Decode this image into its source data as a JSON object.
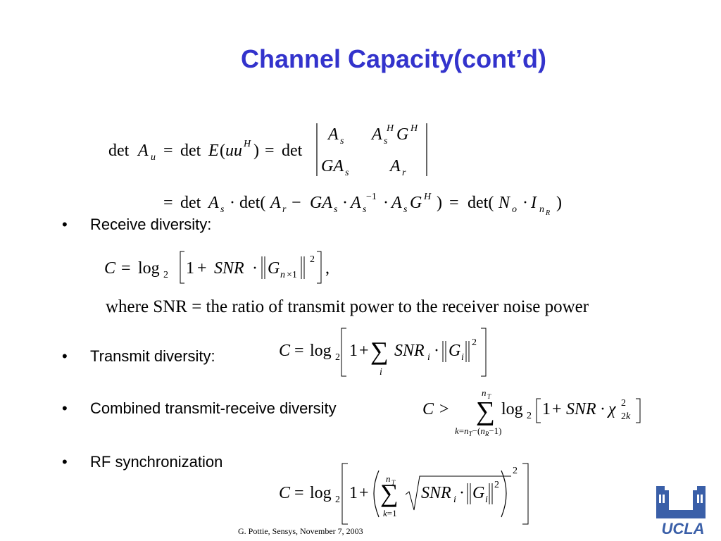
{
  "title": "Channel Capacity(cont’d)",
  "bullets": [
    {
      "marker": "•",
      "label": "Receive diversity:"
    },
    {
      "marker": "•",
      "label": "Transmit diversity:"
    },
    {
      "marker": "•",
      "label": "Combined transmit-receive diversity"
    },
    {
      "marker": "•",
      "label": "RF synchronization"
    }
  ],
  "snr_note": "where SNR = the ratio of transmit power to the receiver noise power",
  "footer": "G. Pottie, Sensys, November 7, 2003",
  "logo": {
    "text": "UCLA",
    "icon": "ucla-logo-icon",
    "color": "#3a5fa8"
  },
  "colors": {
    "title": "#3333cc",
    "text": "#000000"
  },
  "equations": {
    "determinant": "det A_u = det E(uu^H) = det |A_s  A_s^H G^H ; GA_s  A_r|",
    "determinant_result": "= det A_s · det(A_r − GA_s · A_s^{−1} · A_s G^H) = det(N_o · I_{n_R})",
    "receive": "C = log_2[1 + SNR·||G_{n×1}||^2],",
    "transmit": "C = log_2[1 + Σ_i SNR_i·||G_i||^2]",
    "combined": "C > Σ_{k=n_T−(n_R−1)}^{n_T} log_2[1 + SNR·χ^2_{2k}]",
    "rf_sync": "C = log_2[1 + (Σ_{k=1}^{n_T} √(SNR_i·||G_i||^2))^2]"
  }
}
